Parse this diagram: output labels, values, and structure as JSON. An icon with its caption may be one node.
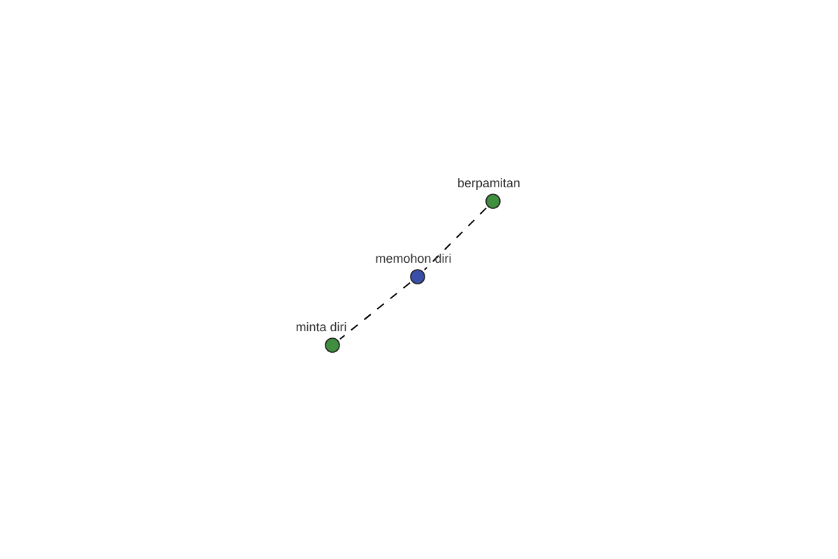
{
  "diagram": {
    "nodes": [
      {
        "text": [
          "berpamitan"
        ]
      },
      {
        "text": [
          "memohon diri"
        ]
      },
      {
        "text": [
          "minta diri"
        ]
      }
    ],
    "edges": [
      {
        "from": 0,
        "to": 1,
        "arrow": "none",
        "style": "dashed"
      },
      {
        "from": 1,
        "to": 2,
        "arrow": "none",
        "style": "dashed"
      }
    ]
  }
}
